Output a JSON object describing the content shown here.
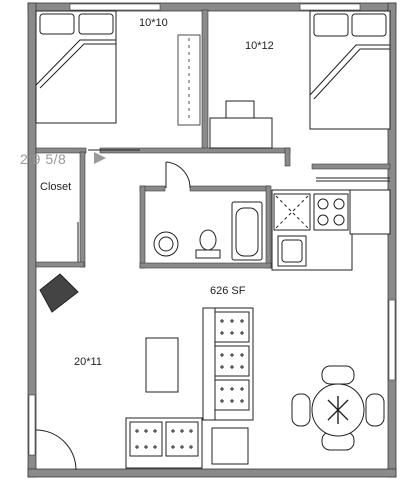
{
  "plan": {
    "total_area": "626 SF",
    "dimension_note": "2 9 5/8",
    "rooms": {
      "bedroom_left": "10*10",
      "bedroom_right": "10*12",
      "closet": "Closet",
      "living": "20*11"
    }
  },
  "colors": {
    "wall": "#808080",
    "wall_outline": "#3a3a3a",
    "line": "#222222",
    "furniture_fill": "#ffffff",
    "dimension_text": "#9a9a9a"
  }
}
